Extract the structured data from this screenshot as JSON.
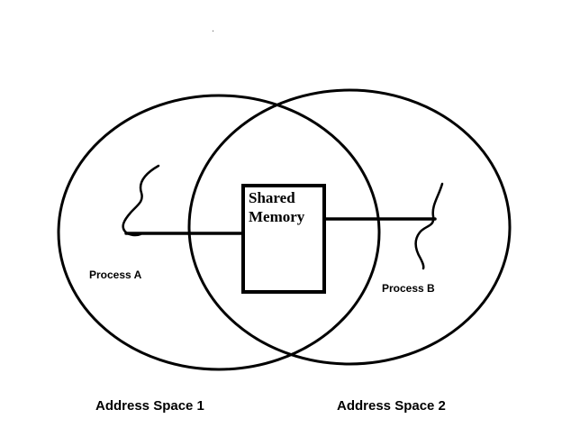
{
  "colors": {
    "line": "#000000",
    "background": "#ffffff"
  },
  "left_region": {
    "process_label": "Process A",
    "space_label": "Address Space 1"
  },
  "right_region": {
    "process_label": "Process B",
    "space_label": "Address Space 2"
  },
  "shared_memory": {
    "line1": "Shared",
    "line2": "Memory"
  },
  "artifacts": {
    "stray_mark": "."
  }
}
